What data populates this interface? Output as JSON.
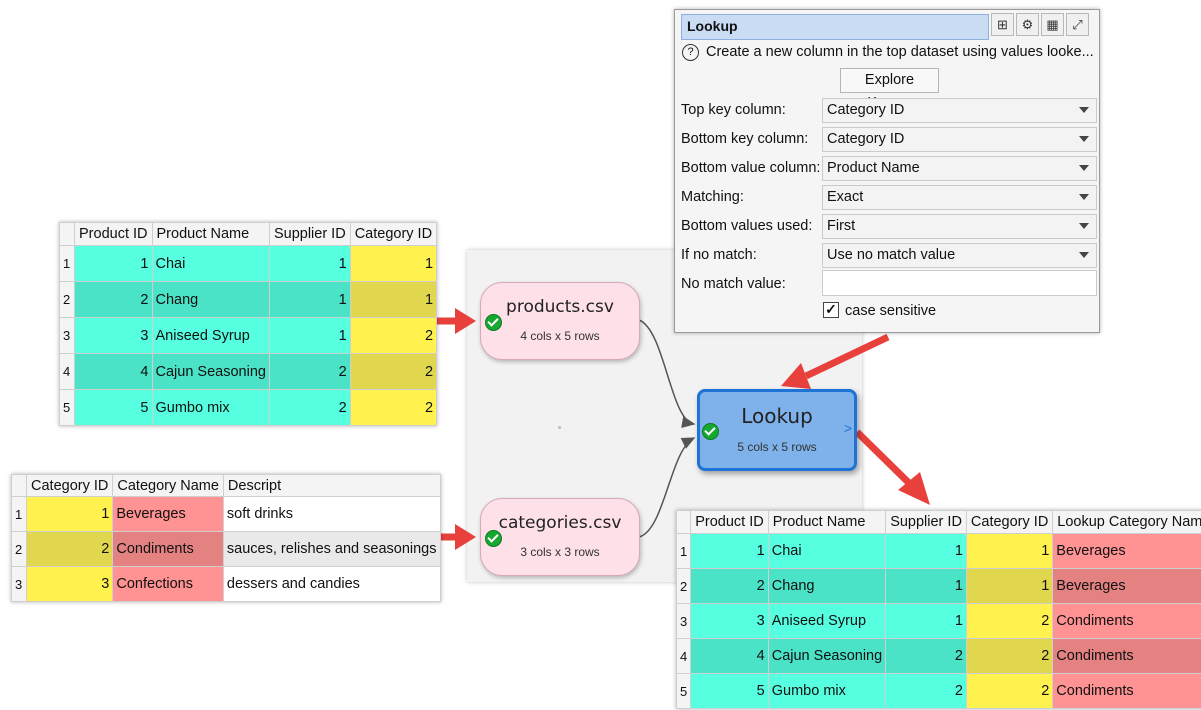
{
  "panel": {
    "title": "Lookup",
    "toolbar_icons": [
      "data-structure-icon",
      "gear-icon",
      "table-icon",
      "maximize-icon"
    ],
    "help_text": "Create a new column in the top dataset using values looke...",
    "explore_button": "Explore Keys...",
    "fields": [
      {
        "label": "Top key column:",
        "value": "Category ID"
      },
      {
        "label": "Bottom key column:",
        "value": "Category ID"
      },
      {
        "label": "Bottom value column:",
        "value": "Product Name"
      },
      {
        "label": "Matching:",
        "value": "Exact"
      },
      {
        "label": "Bottom values used:",
        "value": "First"
      },
      {
        "label": "If no match:",
        "value": "Use no match value"
      }
    ],
    "no_match_label": "No match value:",
    "no_match_value": "",
    "case_sensitive_label": "case sensitive",
    "case_sensitive_checked": true
  },
  "nodes": {
    "products": {
      "name": "products.csv",
      "info": "4 cols x 5 rows"
    },
    "categories": {
      "name": "categories.csv",
      "info": "3 cols x 3 rows"
    },
    "lookup": {
      "name": "Lookup",
      "info": "5 cols x 5 rows"
    }
  },
  "products_table": {
    "headers": [
      "Product ID",
      "Product Name",
      "Supplier ID",
      "Category ID"
    ],
    "rows": [
      [
        "1",
        "1",
        "Chai",
        "1",
        "1"
      ],
      [
        "2",
        "2",
        "Chang",
        "1",
        "1"
      ],
      [
        "3",
        "3",
        "Aniseed Syrup",
        "1",
        "2"
      ],
      [
        "4",
        "4",
        "Cajun Seasoning",
        "2",
        "2"
      ],
      [
        "5",
        "5",
        "Gumbo mix",
        "2",
        "2"
      ]
    ]
  },
  "categories_table": {
    "headers": [
      "Category ID",
      "Category Name",
      "Descript"
    ],
    "rows": [
      [
        "1",
        "1",
        "Beverages",
        "soft drinks"
      ],
      [
        "2",
        "2",
        "Condiments",
        "sauces, relishes and seasonings"
      ],
      [
        "3",
        "3",
        "Confections",
        "dessers and candies"
      ]
    ]
  },
  "result_table": {
    "headers": [
      "Product ID",
      "Product Name",
      "Supplier ID",
      "Category ID",
      "Lookup Category Name"
    ],
    "rows": [
      [
        "1",
        "1",
        "Chai",
        "1",
        "1",
        "Beverages"
      ],
      [
        "2",
        "2",
        "Chang",
        "1",
        "1",
        "Beverages"
      ],
      [
        "3",
        "3",
        "Aniseed Syrup",
        "1",
        "2",
        "Condiments"
      ],
      [
        "4",
        "4",
        "Cajun Seasoning",
        "2",
        "2",
        "Condiments"
      ],
      [
        "5",
        "5",
        "Gumbo mix",
        "2",
        "2",
        "Condiments"
      ]
    ]
  },
  "colors": {
    "cyan": "#56ffe0",
    "yellow": "#fff24e",
    "red": "#ff9292",
    "node_pink": "#fde0e8",
    "lookup_blue": "#7fb2ea",
    "arrow_red": "#e8413c"
  }
}
